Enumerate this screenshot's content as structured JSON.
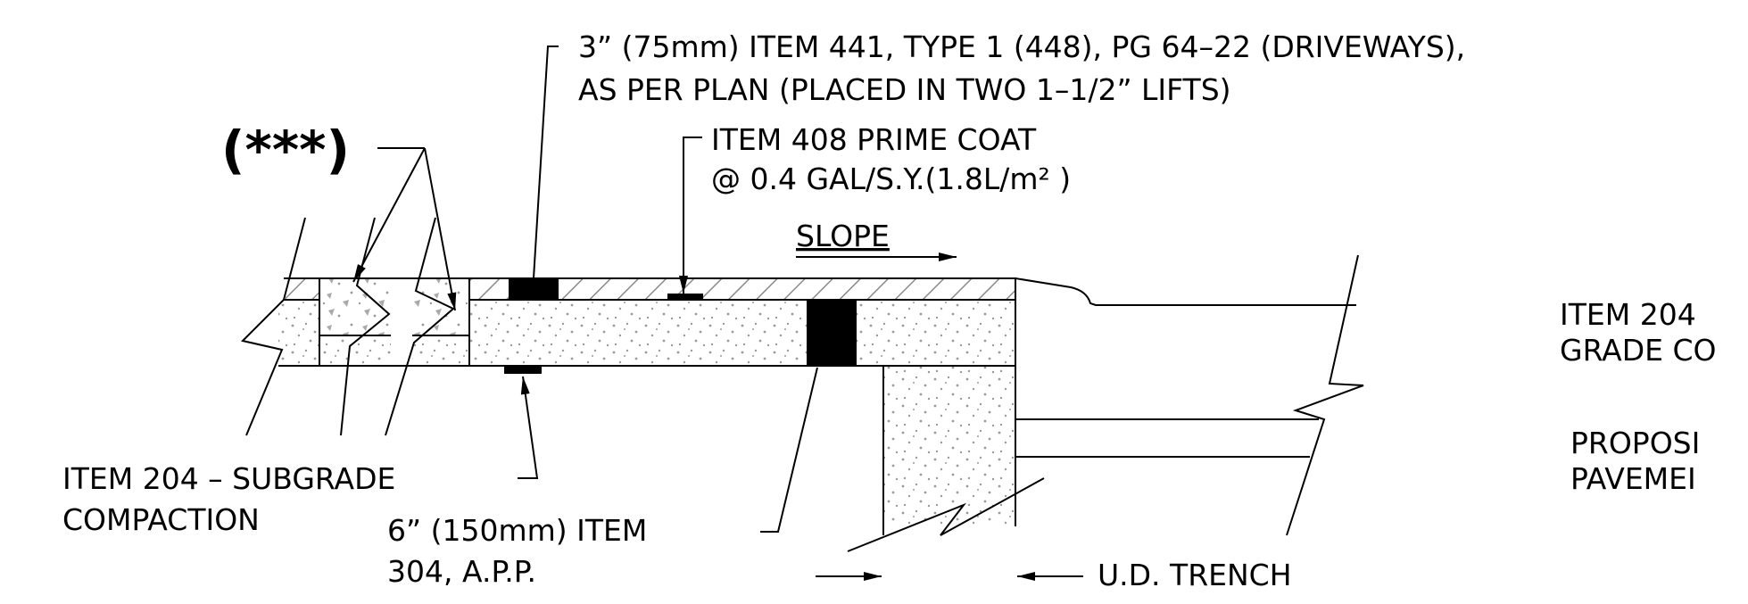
{
  "labels": {
    "asphalt_line1": "3” (75mm) ITEM 441, TYPE 1 (448), PG 64–22 (DRIVEWAYS),",
    "asphalt_line2": "AS PER PLAN (PLACED IN TWO 1–1/2” LIFTS)",
    "prime_line1": "ITEM 408 PRIME COAT",
    "prime_line2": "@ 0.4 GAL/S.Y.(1.8L/m² )",
    "asterisk_callout": "(***)",
    "slope": "SLOPE",
    "subgrade_line1": "ITEM 204 – SUBGRADE",
    "subgrade_line2": "COMPACTION",
    "base_line1": "6” (150mm) ITEM",
    "base_line2": "304, A.P.P.",
    "trench": "U.D. TRENCH",
    "right_item_line1": "ITEM 204",
    "right_item_line2": "GRADE CO",
    "right_proposed_line1": "PROPOSI",
    "right_proposed_line2": "PAVEMEI"
  },
  "colors": {
    "ink": "#000000",
    "background": "#ffffff",
    "stipple": "#9a9a9a",
    "hatch": "#8a8a8a"
  }
}
